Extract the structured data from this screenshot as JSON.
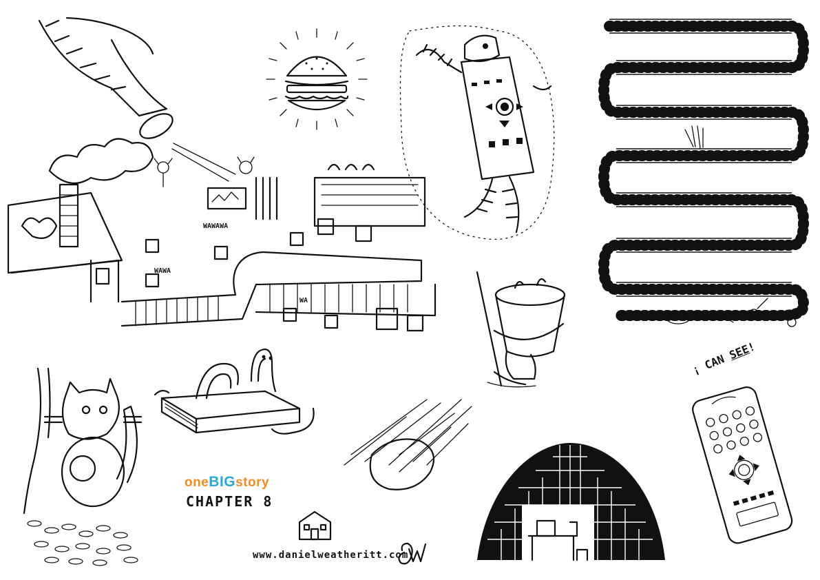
{
  "logo": {
    "part1": "one",
    "part2": "BIG",
    "part3": "story"
  },
  "chapter": "CHAPTER 8",
  "website": "www.danielweatheritt.com",
  "remote_caption": {
    "part1": "¡ CAN ",
    "part2": "SEE",
    "part3": "!"
  },
  "sounds": {
    "wa1": "WAWAWA",
    "wa2": "WAWA",
    "wa3": "WA"
  },
  "colors": {
    "ink": "#111111",
    "logo_orange": "#f28c1f",
    "logo_blue": "#2aa8d8"
  }
}
